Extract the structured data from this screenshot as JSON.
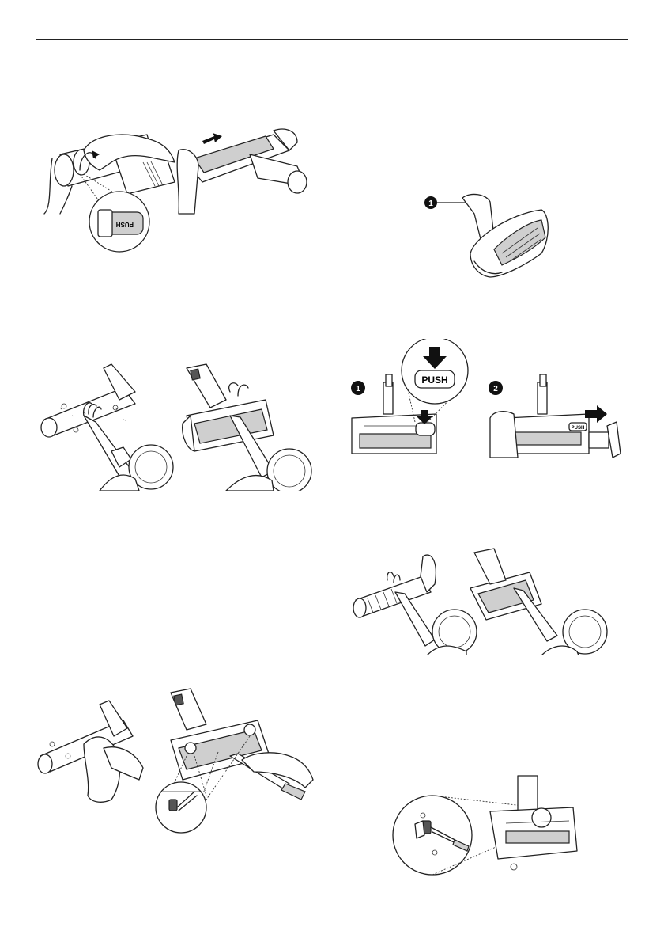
{
  "labels": {
    "push_bubble": "PUSH",
    "push_side": "PUSH",
    "push_mirrored": "PUSH",
    "marker_1": "1",
    "marker_2": "2"
  },
  "colors": {
    "line": "#222222",
    "shade": "#cfcfcf",
    "marker": "#111111"
  }
}
